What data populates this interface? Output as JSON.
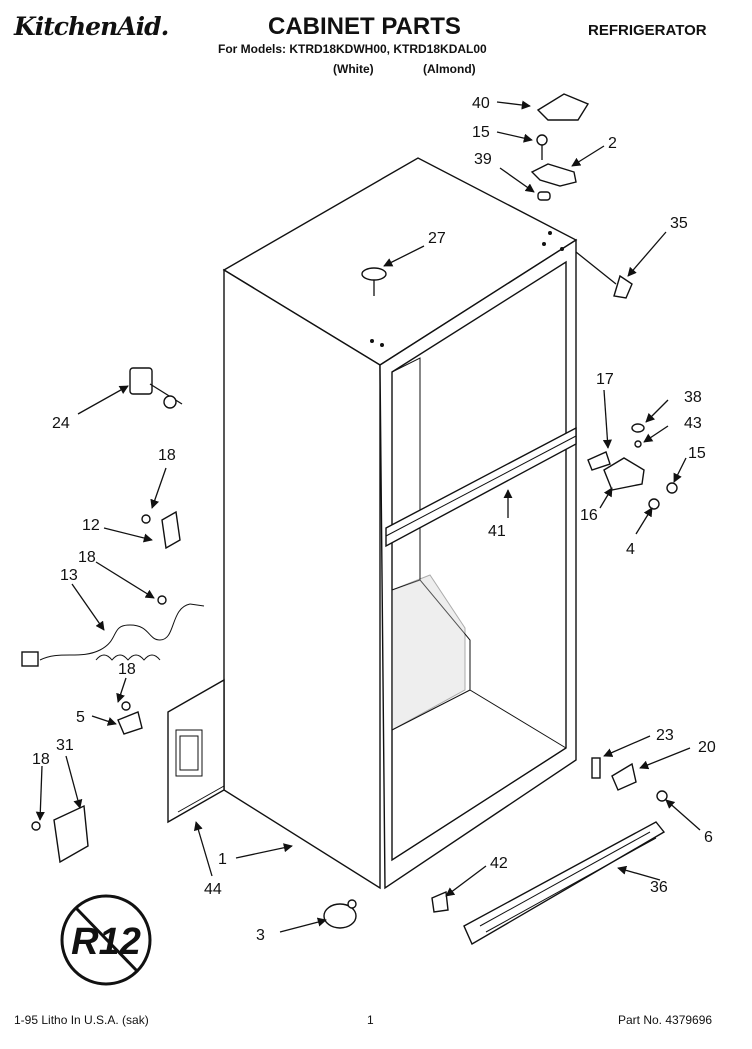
{
  "header": {
    "brand": "KitchenAid.",
    "title": "CABINET PARTS",
    "category": "REFRIGERATOR",
    "models": "For Models: KTRD18KDWH00, KTRD18KDAL00",
    "color_white": "(White)",
    "color_almond": "(Almond)"
  },
  "callouts": {
    "n1": "1",
    "n2": "2",
    "n3": "3",
    "n4": "4",
    "n5": "5",
    "n6": "6",
    "n12": "12",
    "n13": "13",
    "n15a": "15",
    "n15b": "15",
    "n16": "16",
    "n17": "17",
    "n18a": "18",
    "n18b": "18",
    "n18c": "18",
    "n18d": "18",
    "n20": "20",
    "n23": "23",
    "n24": "24",
    "n27": "27",
    "n31": "31",
    "n35": "35",
    "n36": "36",
    "n38": "38",
    "n39": "39",
    "n40": "40",
    "n41": "41",
    "n42": "42",
    "n43": "43",
    "n44": "44"
  },
  "badge": "R12",
  "footer": {
    "litho": "1-95 Litho In U.S.A. (sak)",
    "page": "1",
    "part_no": "Part No. 4379696"
  }
}
